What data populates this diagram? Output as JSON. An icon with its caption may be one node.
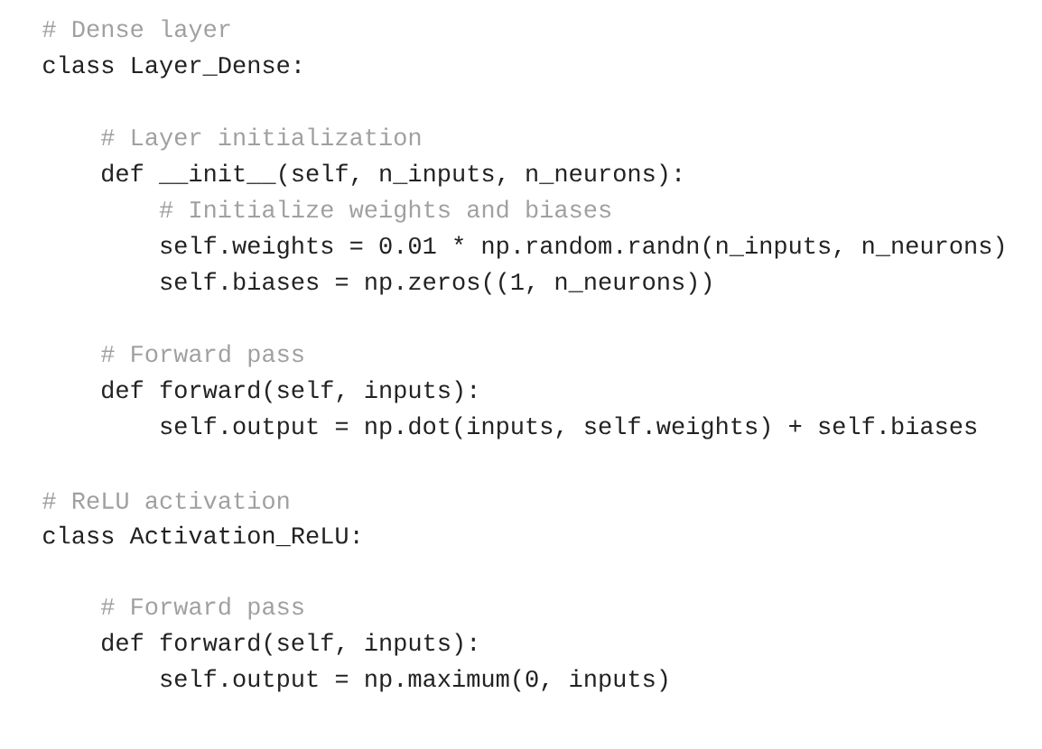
{
  "diagram": {
    "labels": [
      "# Dense layer",
      "class Layer_Dense:",
      "# Layer initialization",
      "def __init__(self, n_inputs, n_neurons):",
      "# Initialize weights and biases",
      "self.weights = 0.01 * np.random.randn(n_inputs, n_neurons)",
      "self.biases = np.zeros((1, n_neurons))",
      "# Forward pass",
      "def forward(self, inputs):",
      "self.output = np.dot(inputs, self.weights) + self.biases",
      "# ReLU activation",
      "class Activation_ReLU:",
      "# Forward pass",
      "def forward(self, inputs):",
      "self.output = np.maximum(0, inputs)"
    ]
  }
}
